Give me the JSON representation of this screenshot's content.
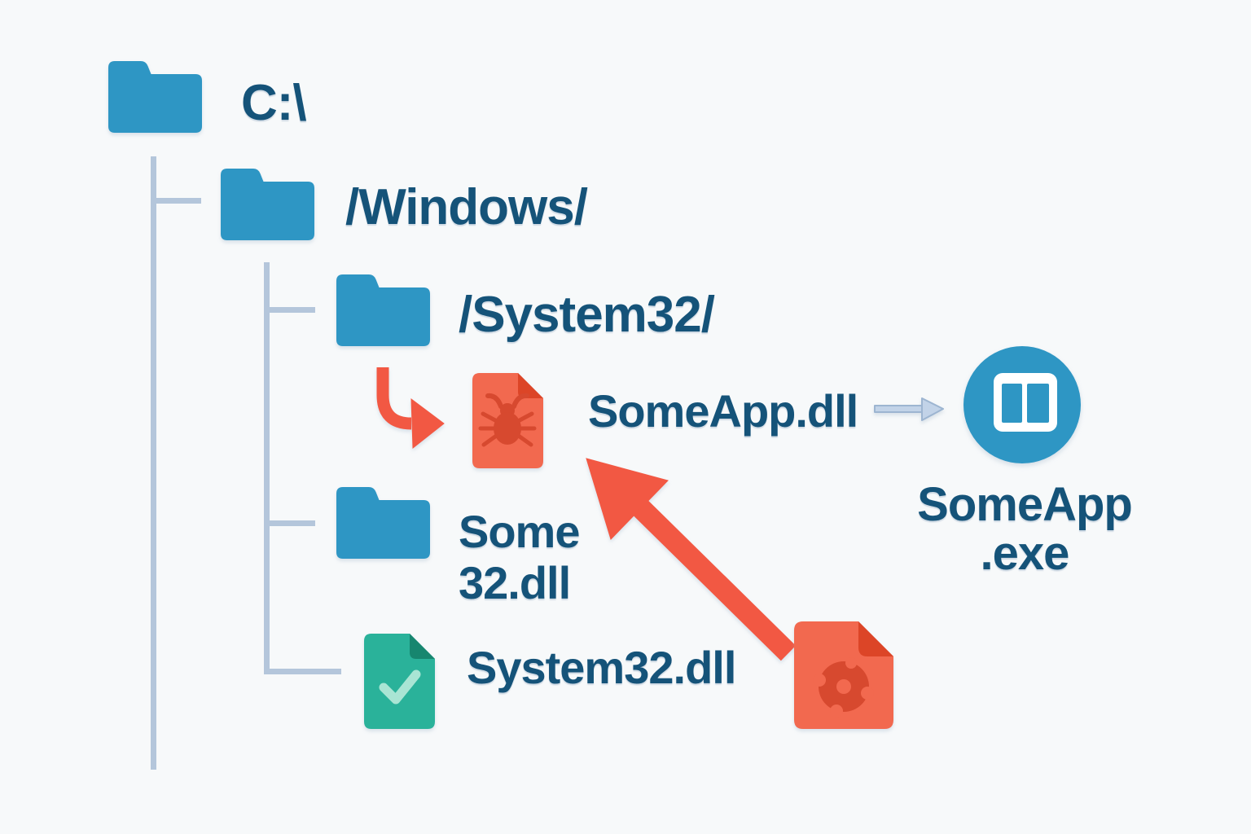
{
  "diagram_title": "dll-hijacking-file-tree",
  "labels": {
    "c_drive": "C:\\",
    "windows": "/Windows/",
    "system32": "/System32/",
    "someapp_dll": "SomeApp.dll",
    "some32_line1": "Some",
    "some32_line2": "32.dll",
    "system32_dll": "System32.dll",
    "app_line1": "SomeApp",
    "app_line2": ".exe"
  },
  "tree": {
    "root": {
      "type": "folder",
      "label": "C:\\"
    },
    "children": [
      {
        "type": "folder",
        "label": "/Windows/",
        "children": [
          {
            "type": "folder",
            "label": "/System32/",
            "contains": [
              {
                "type": "file",
                "label": "SomeApp.dll",
                "status": "malicious",
                "icon": "bug-file-icon"
              }
            ]
          },
          {
            "type": "folder",
            "label": "Some 32.dll"
          },
          {
            "type": "file",
            "label": "System32.dll",
            "status": "verified",
            "icon": "check-file-icon"
          }
        ]
      }
    ]
  },
  "relations": [
    {
      "from": "SomeApp.dll",
      "to": "SomeApp.exe",
      "arrow": "load-arrow-icon"
    },
    {
      "from": "malicious-source-file",
      "to": "SomeApp.dll",
      "arrow": "hijack-arrow-icon"
    },
    {
      "from": "/System32/",
      "to": "SomeApp.dll",
      "arrow": "drop-curved-arrow-icon"
    }
  ],
  "icons": {
    "folder": "folder-icon",
    "malicious_dll": "bug-file-icon",
    "verified_dll": "check-file-icon",
    "malware_source": "malware-saw-file-icon",
    "application": "app-window-circle-icon",
    "curved_arrow": "drop-curved-arrow-icon",
    "hijack_arrow": "hijack-arrow-icon",
    "load_arrow": "load-arrow-icon"
  },
  "colors": {
    "background": "#F7F9FA",
    "folder": "#2E96C4",
    "text": "#155379",
    "tree_line": "#B4C6DB",
    "malicious_file": "#F2694F",
    "malicious_fold": "#DC4527",
    "malicious_glyph": "#D7492F",
    "arrow_red": "#F25843",
    "safe_file": "#2AB29A",
    "safe_fold": "#17866F",
    "safe_check": "#A9E5D4",
    "load_arrow": "#C2D3E8",
    "load_arrow_border": "#9DB5D1",
    "app_circle": "#2E96C4",
    "window_glyph": "#FFFFFF"
  }
}
